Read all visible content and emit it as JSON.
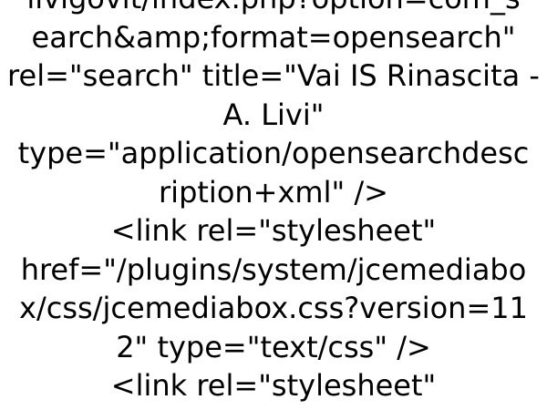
{
  "document": {
    "lines": [
      "livigovit/index.php?option=com_s",
      "earch&amp;format=opensearch\"",
      "rel=\"search\" title=\"Vai IS Rinascita -",
      "A. Livi\"",
      "type=\"application/opensearchdesc",
      "ription+xml\" />",
      "<link rel=\"stylesheet\"",
      "href=\"/plugins/system/jcemediabo",
      "x/css/jcemediabox.css?version=11",
      "2\" type=\"text/css\" />",
      "<link rel=\"stylesheet\""
    ]
  },
  "colors": {
    "background": "#ffffff",
    "text": "#000000"
  }
}
